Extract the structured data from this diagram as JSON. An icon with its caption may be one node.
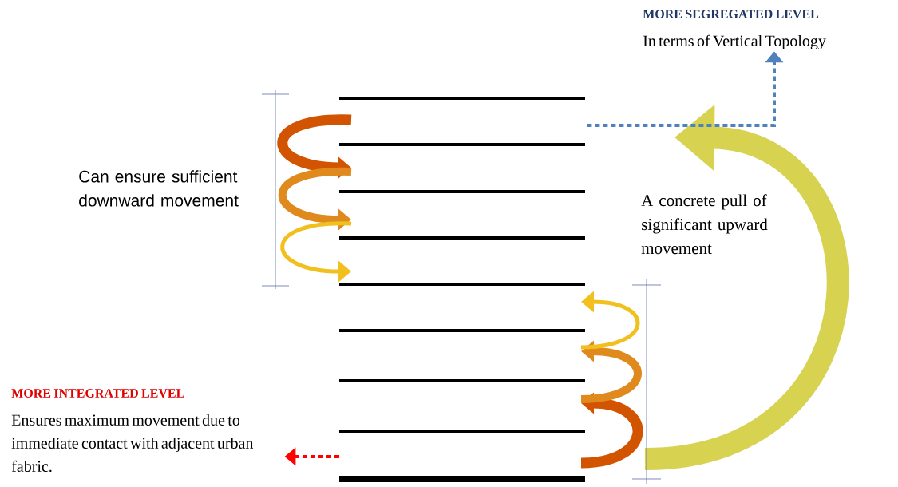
{
  "diagram": {
    "nodes": [
      {
        "text": [
          "MORE SEGREGATED LEVEL",
          "In terms of Vertical Topology"
        ]
      },
      {
        "text": [],
        "shape": "picture"
      },
      {
        "text": [
          "MORE INTEGRATED  LEVEL",
          "Ensures maximum movement due to immediate contact with adjacent urban fabric."
        ]
      }
    ],
    "edges": [
      {
        "from": 1,
        "to": 0,
        "arrow": "to",
        "style": "dashed",
        "color": "#4f81bd"
      },
      {
        "from": 1,
        "to": 2,
        "arrow": "to",
        "style": "dashed",
        "color": "#ff0000"
      }
    ],
    "labels": [
      "Can ensure sufficient downward movement",
      "A concrete pull of significant upward movement"
    ]
  }
}
